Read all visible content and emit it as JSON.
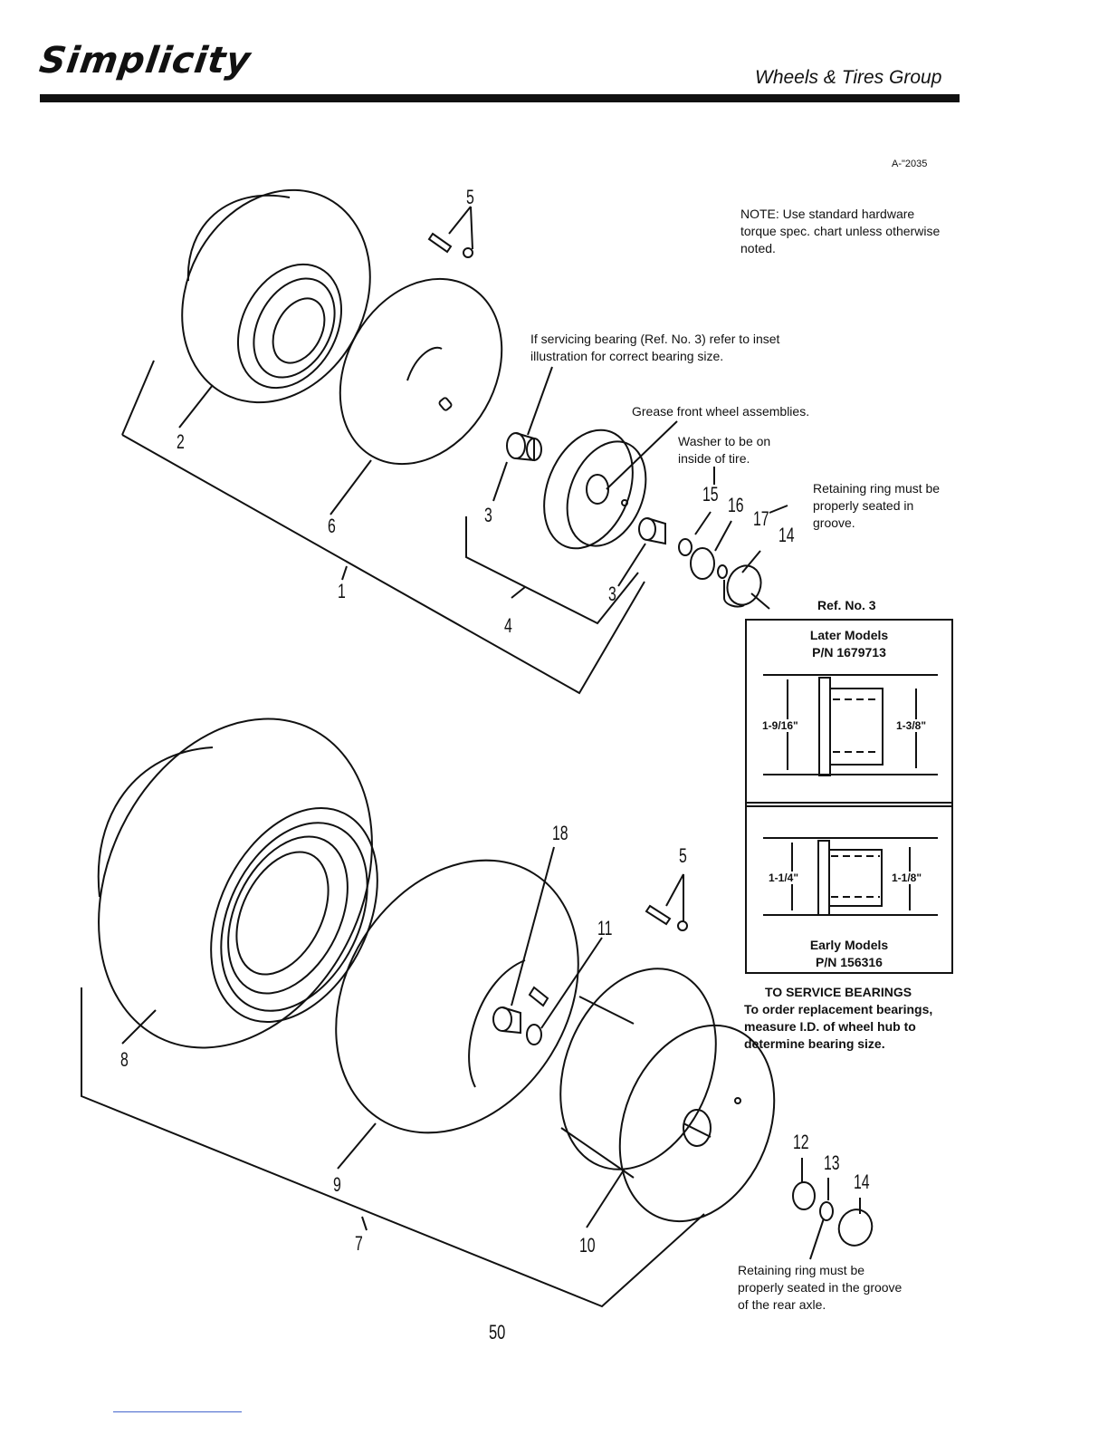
{
  "header": {
    "brand": "Simplicity",
    "section_title": "Wheels & Tires Group",
    "figure_code": "A-\"2035"
  },
  "notes": {
    "torque": "NOTE: Use standard hardware torque spec. chart unless otherwise noted.",
    "bearing_service": "If servicing bearing (Ref. No. 3) refer to inset illustration for correct bearing size.",
    "grease": "Grease front wheel assemblies.",
    "washer": "Washer to be on inside of tire.",
    "retaining_front": "Retaining ring must be properly seated in groove.",
    "retaining_rear": "Retaining ring must be properly seated in the groove of the rear axle."
  },
  "callouts": {
    "front": [
      "5",
      "2",
      "6",
      "1",
      "3",
      "3",
      "4",
      "15",
      "16",
      "17",
      "14"
    ],
    "rear": [
      "18",
      "5",
      "11",
      "8",
      "9",
      "7",
      "10",
      "12",
      "13",
      "14"
    ]
  },
  "inset": {
    "ref_title": "Ref. No. 3",
    "later_label": "Later Models",
    "later_pn": "P/N 1679713",
    "later_od": "1-9/16\"",
    "later_len": "1-3/8\"",
    "early_od": "1-1/4\"",
    "early_len": "1-1/8\"",
    "early_label": "Early Models",
    "early_pn": "P/N 156316"
  },
  "service": {
    "title": "TO SERVICE BEARINGS",
    "body": "To order replacement bearings, measure I.D. of wheel hub to determine bearing size."
  },
  "page_number": "50",
  "colors": {
    "ink": "#111111",
    "footer_rule": "#4466cc"
  }
}
